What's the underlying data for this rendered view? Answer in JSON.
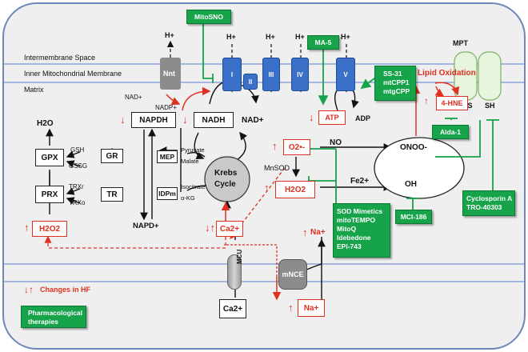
{
  "regions": {
    "intermembrane": "Intermembrane Space",
    "inner_membrane": "Inner Mitochondrial Membrane",
    "matrix": "Matrix"
  },
  "hplus": "H+",
  "complexes": {
    "nnt": "Nnt",
    "c1": "I",
    "c2": "II",
    "c3": "III",
    "c4": "IV",
    "c5": "V"
  },
  "therapies": {
    "mitosno": "MitoSNO",
    "ma5": "MA-5",
    "ss31": [
      "SS-31",
      "mtCPP1",
      "mtgCPP"
    ],
    "alda1": "Alda-1",
    "sod_mimetics": [
      "SOD Mimetics",
      "mitoTEMPO",
      "MitoQ",
      "Idebedone",
      "EPI-743"
    ],
    "mci186": "MCI-186",
    "cyclosporin": [
      "Cyclosporin A",
      "TRO-40303"
    ],
    "legend_pharm": [
      "Pharmacological",
      "therapies"
    ]
  },
  "molecules": {
    "nadp_plus": "NADP+",
    "nad_plus_small": "NAD+",
    "napdh": "NAPDH",
    "nadh": "NADH",
    "nad_plus": "NAD+",
    "atp": "ATP",
    "adp": "ADP",
    "o2": "O2•-",
    "mnsod": "MnSOD",
    "h2o2": "H2O2",
    "no": "NO",
    "onoo": "ONOO-",
    "oh": "OH",
    "fe": "Fe2+",
    "lipid_ox": "Lipid Oxidation",
    "hne": "4-HNE",
    "hs": "HS",
    "sh": "SH",
    "mpt": "MPT",
    "h2o": "H2O",
    "gpx": "GPX",
    "prx": "PRX",
    "gsh": "GSH",
    "gssg": "GSSG",
    "gr": "GR",
    "mep": "MEP",
    "pyruvate": "Pyruvate",
    "malate": "Malate",
    "trxr": "TRXr",
    "trxo": "TRXo",
    "tr": "TR",
    "idpm": "IDPm",
    "isocitrate": "Isocitrate",
    "akg": "α-KG",
    "krebs": [
      "Krebs",
      "Cycle"
    ],
    "napd_plus": "NAPD+",
    "h2o2_left": "H2O2",
    "ca_mito": "Ca2+",
    "ca_cyto": "Ca2+",
    "na_mito": "Na+",
    "na_cyto": "Na+",
    "mcu": "MCU",
    "mnce": "mNCE"
  },
  "legend": {
    "changes": "Changes in HF"
  },
  "colors": {
    "red": "#e03020",
    "green": "#16a34a",
    "blue": "#3b70c8",
    "membrane": "#5b7fd0",
    "bg": "#f0f0f0"
  }
}
